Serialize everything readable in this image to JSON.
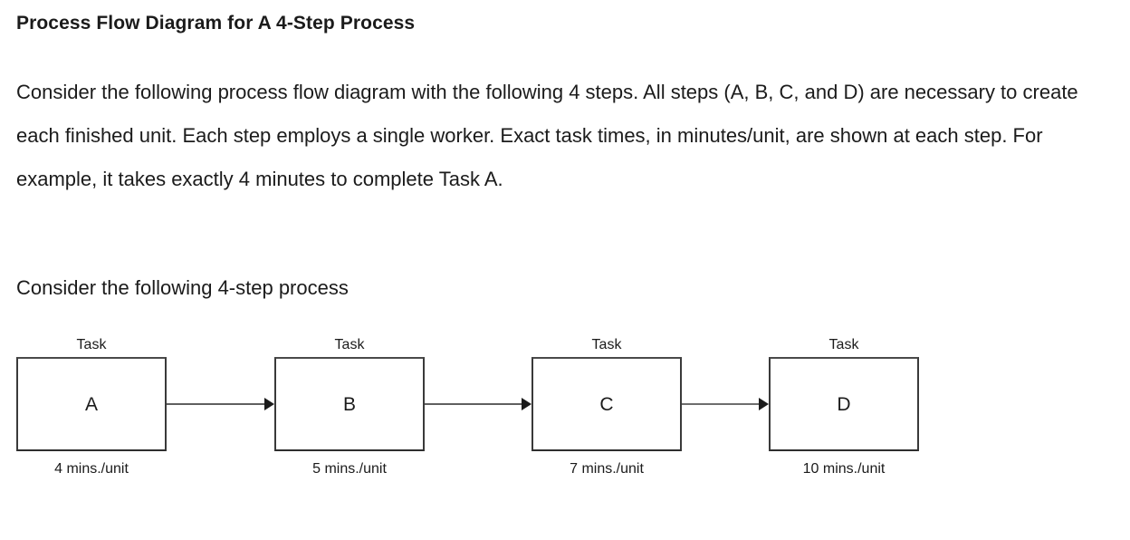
{
  "document": {
    "title": "Process Flow Diagram for A 4-Step Process",
    "paragraphs": [
      "Consider the following process flow diagram with the following 4 steps. All steps (A, B, C, and D) are necessary to create each finished unit. Each step employs a single worker. Exact task times, in minutes/unit, are shown at each step. For example, it takes exactly 4 minutes to complete Task A.",
      "Consider the following 4-step process"
    ]
  },
  "diagram": {
    "type": "process-flow",
    "orientation": "left-to-right",
    "step_count": 4,
    "time_units": "minutes/unit",
    "steps": [
      {
        "label_top": "Task",
        "letter": "A",
        "task_time": 4,
        "label_bottom": "4 mins./unit"
      },
      {
        "label_top": "Task",
        "letter": "B",
        "task_time": 5,
        "label_bottom": "5 mins./unit"
      },
      {
        "label_top": "Task",
        "letter": "C",
        "task_time": 7,
        "label_bottom": "7 mins./unit"
      },
      {
        "label_top": "Task",
        "letter": "D",
        "task_time": 10,
        "label_bottom": "10 mins./unit"
      }
    ],
    "connectors": [
      {
        "from": "A",
        "to": "B"
      },
      {
        "from": "B",
        "to": "C"
      },
      {
        "from": "C",
        "to": "D"
      }
    ],
    "colors": {
      "box_border": "#3a3a3a",
      "box_fill": "#ffffff",
      "connector_line": "#5f5f5f",
      "arrow_head": "#1b1b1b",
      "text": "#1b1b1b",
      "page_background": "#ffffff"
    }
  }
}
